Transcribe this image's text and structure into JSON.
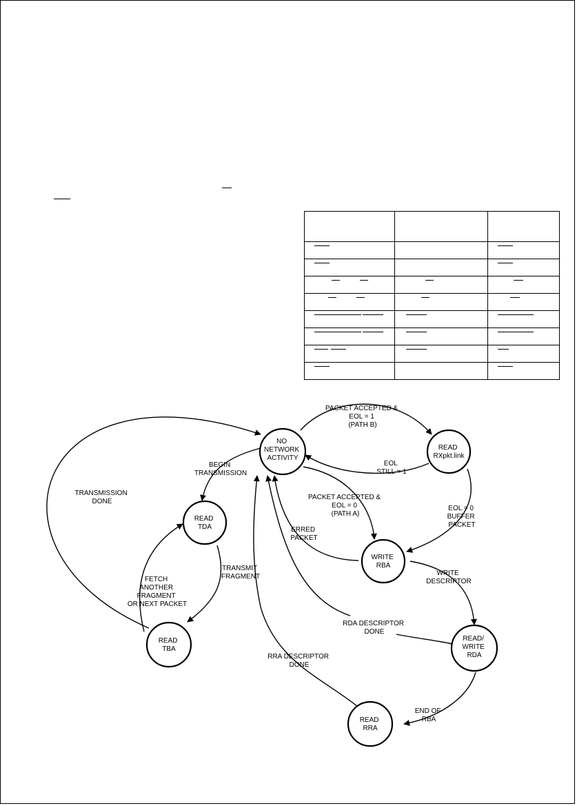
{
  "diagram": {
    "nodes": [
      {
        "id": "no-network-activity",
        "lines": [
          "NO",
          "NETWORK",
          "ACTIVITY"
        ]
      },
      {
        "id": "read-rxpkt-link",
        "lines": [
          "READ",
          "RXpkt.link"
        ]
      },
      {
        "id": "read-tda",
        "lines": [
          "READ",
          "TDA"
        ]
      },
      {
        "id": "write-rba",
        "lines": [
          "WRITE",
          "RBA"
        ]
      },
      {
        "id": "read-tba",
        "lines": [
          "READ",
          "TBA"
        ]
      },
      {
        "id": "read-write-rda",
        "lines": [
          "READ/",
          "WRITE",
          "RDA"
        ]
      },
      {
        "id": "read-rra",
        "lines": [
          "READ",
          "RRA"
        ]
      }
    ],
    "edge_labels": [
      {
        "id": "packet-accepted-eol1",
        "lines": [
          "PACKET ACCEPTED &",
          "EOL = 1",
          "(PATH B)"
        ]
      },
      {
        "id": "eol-still-1",
        "lines": [
          "EOL",
          "STILL = 1"
        ]
      },
      {
        "id": "begin-transmission",
        "lines": [
          "BEGIN",
          "TRANSMISSION"
        ]
      },
      {
        "id": "transmission-done",
        "lines": [
          "TRANSMISSION",
          "DONE"
        ]
      },
      {
        "id": "packet-accepted-eol0",
        "lines": [
          "PACKET ACCEPTED &",
          "EOL = 0",
          "(PATH A)"
        ]
      },
      {
        "id": "eol0-buffer-packet",
        "lines": [
          "EOL = 0",
          "BUFFER",
          "PACKET"
        ]
      },
      {
        "id": "erred-packet",
        "lines": [
          "ERRED",
          "PACKET"
        ]
      },
      {
        "id": "transmit-fragment",
        "lines": [
          "TRANSMIT",
          "FRAGMENT"
        ]
      },
      {
        "id": "fetch-another-fragment",
        "lines": [
          "FETCH",
          "ANOTHER",
          "FRAGMENT",
          "OR NEXT PACKET"
        ]
      },
      {
        "id": "write-descriptor",
        "lines": [
          "WRITE",
          "DESCRIPTOR"
        ]
      },
      {
        "id": "rda-descriptor-done",
        "lines": [
          "RDA DESCRIPTOR",
          "DONE"
        ]
      },
      {
        "id": "rra-descriptor-done",
        "lines": [
          "RRA DESCRIPTOR",
          "DONE"
        ]
      },
      {
        "id": "end-of-rba",
        "lines": [
          "END OF",
          "RBA"
        ]
      }
    ]
  }
}
